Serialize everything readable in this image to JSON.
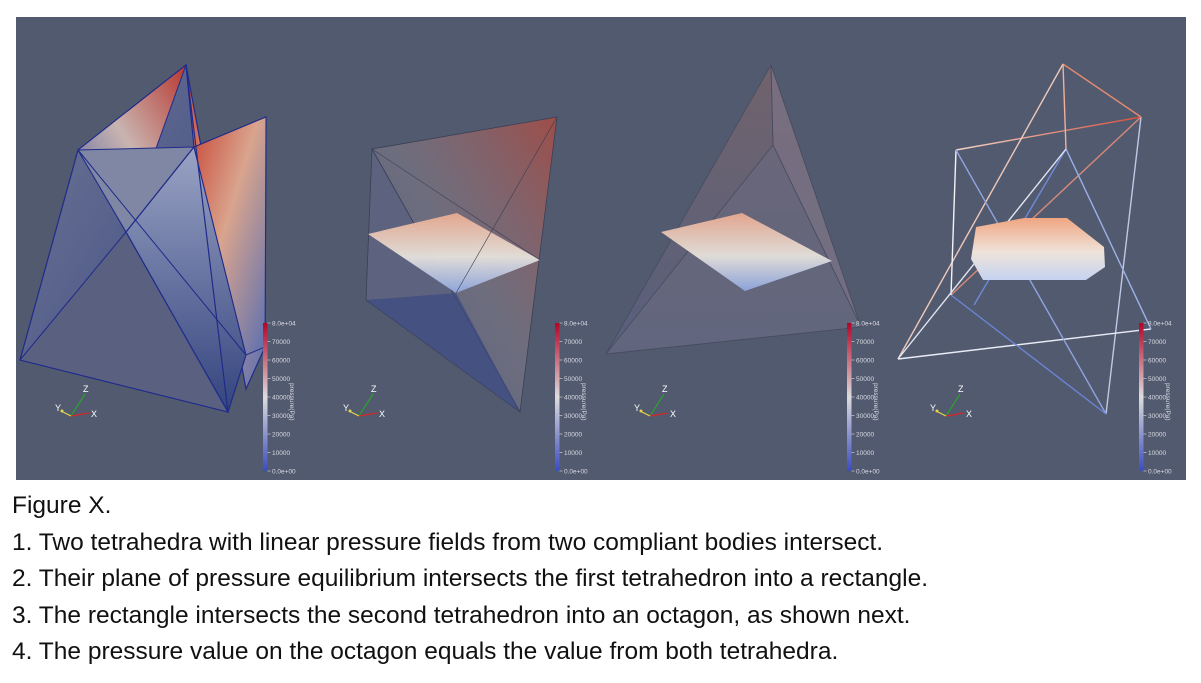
{
  "colors": {
    "background": "#525a6f",
    "pressure_low": "#3b4cc0",
    "pressure_mid": "#dddcdc",
    "pressure_high": "#b40426",
    "axis_x": "#d62728",
    "axis_y": "#e7d34b",
    "axis_z": "#2ca02c"
  },
  "panels": [
    {
      "content": "two intersecting solid tetrahedra with linear pressure fields"
    },
    {
      "content": "translucent tetrahedron with rectangle equilibrium plane"
    },
    {
      "content": "translucent tetrahedron with rectangle intersection"
    },
    {
      "content": "wireframe tetrahedra with octagon intersection"
    }
  ],
  "colorbar": {
    "title": "pressure(Pa)",
    "ticks": [
      "8.0e+04",
      "70000",
      "60000",
      "50000",
      "40000",
      "30000",
      "20000",
      "10000",
      "0.0e+00"
    ]
  },
  "axes_labels": {
    "x": "X",
    "y": "Y",
    "z": "Z"
  },
  "caption": {
    "heading": "Figure X.",
    "lines": [
      "1. Two tetrahedra with linear pressure fields from two compliant bodies intersect.",
      "2. Their plane of pressure equilibrium intersects the first tetrahedron into a rectangle.",
      "3. The rectangle intersects the second tetrahedron into an octagon, as shown next.",
      "4. The pressure value on the octagon equals the value from both tetrahedra."
    ]
  }
}
